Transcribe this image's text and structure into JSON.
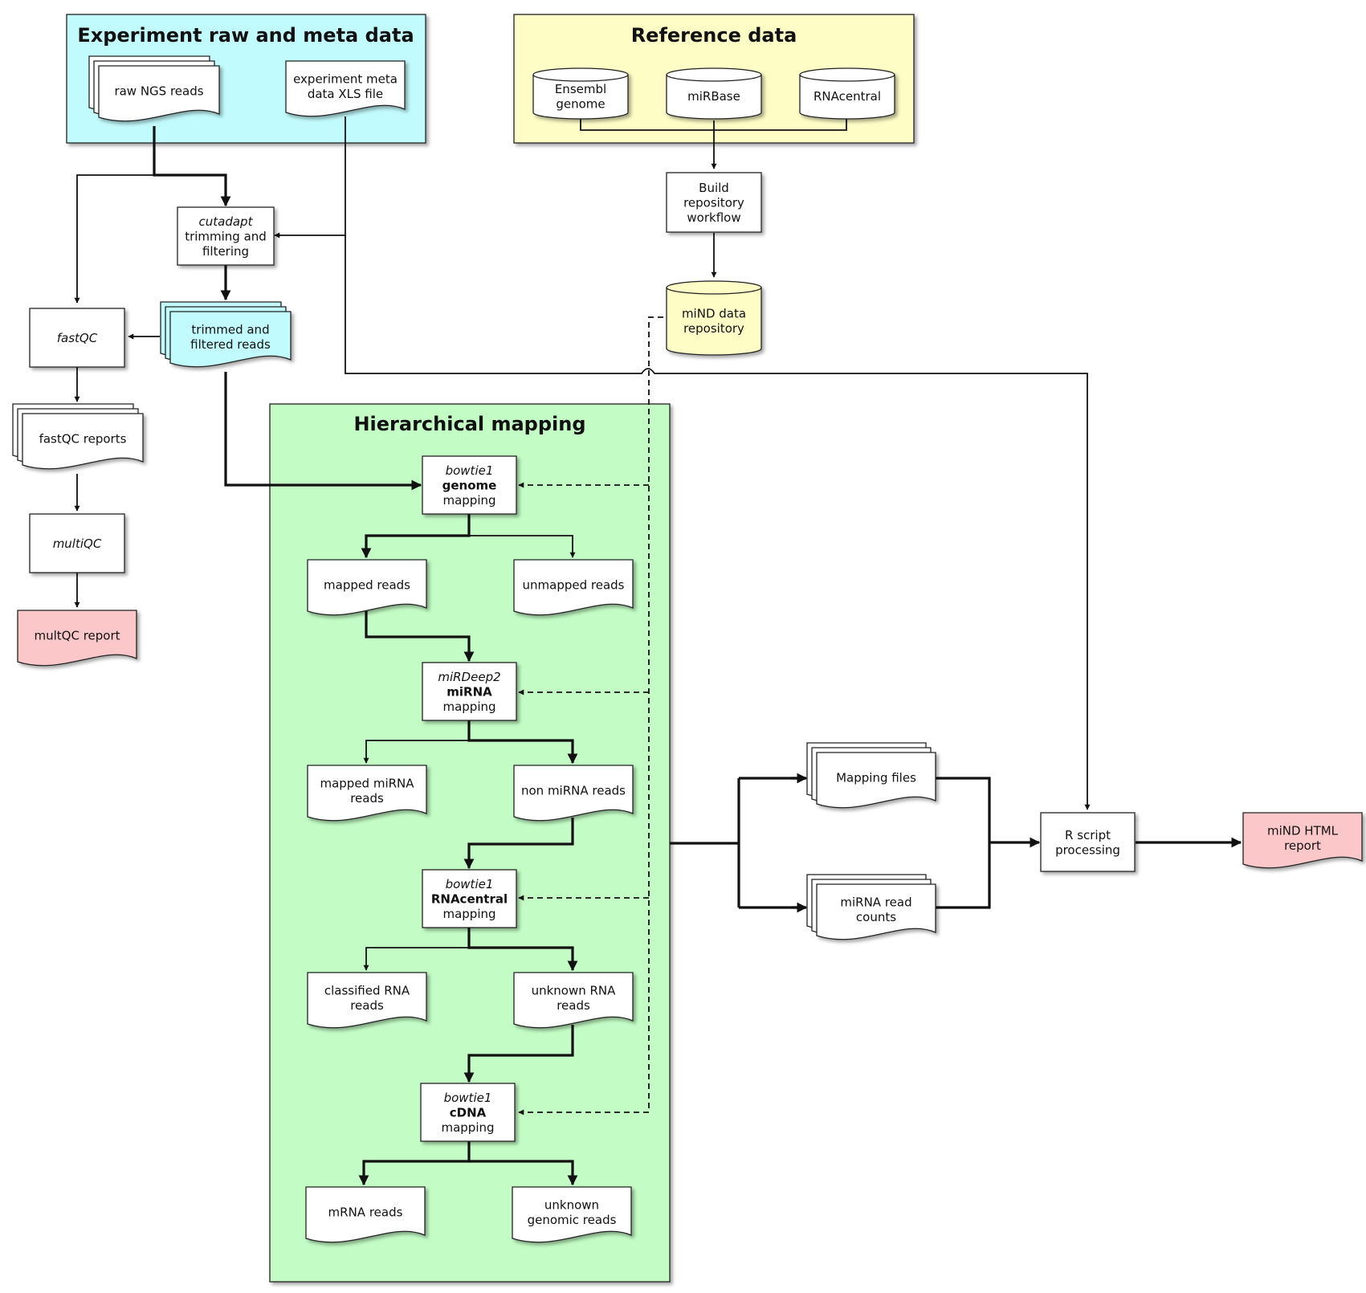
{
  "colors": {
    "experiment_panel": "#c2fbfd",
    "reference_panel": "#fefdc6",
    "mapping_panel": "#c3fdc5",
    "filtered_reads": "#c2fbfd",
    "repository": "#fefdc6",
    "report": "#fcc7c8",
    "box": "#ffffff"
  },
  "panels": {
    "experiment": "Experiment raw and meta data",
    "reference": "Reference data",
    "mapping": "Hierarchical mapping"
  },
  "nodes": {
    "raw_reads": "raw NGS reads",
    "meta_xls": [
      "experiment meta",
      "data XLS file"
    ],
    "ensembl": [
      "Ensembl",
      "genome"
    ],
    "mirbase": "miRBase",
    "rnacentral_db": "RNAcentral",
    "build_repo": [
      "Build",
      "repository",
      "workflow"
    ],
    "mind_repo": [
      "miND data",
      "repository"
    ],
    "cutadapt": {
      "tool": "cutadapt",
      "lines": [
        "trimming and",
        "filtering"
      ]
    },
    "fastqc": "fastQC",
    "trimmed_reads": [
      "trimmed and",
      "filtered reads"
    ],
    "fastqc_reports": "fastQC reports",
    "multiqc": "multiQC",
    "multqc_report": "multQC report",
    "genome_map": {
      "tool": "bowtie1",
      "target": "genome",
      "step": "mapping"
    },
    "mapped_reads": "mapped reads",
    "unmapped_reads": "unmapped reads",
    "mirna_map": {
      "tool": "miRDeep2",
      "target": "miRNA",
      "step": "mapping"
    },
    "mapped_mirna": [
      "mapped miRNA",
      "reads"
    ],
    "non_mirna": "non miRNA reads",
    "rnacentral_map": {
      "tool": "bowtie1",
      "target": "RNAcentral",
      "step": "mapping"
    },
    "classified_rna": [
      "classified RNA",
      "reads"
    ],
    "unknown_rna": [
      "unknown RNA",
      "reads"
    ],
    "cdna_map": {
      "tool": "bowtie1",
      "target": "cDNA",
      "step": "mapping"
    },
    "mrna_reads": "mRNA reads",
    "unknown_genomic": [
      "unknown",
      "genomic reads"
    ],
    "mapping_files": "Mapping files",
    "mirna_counts": [
      "miRNA read",
      "counts"
    ],
    "r_script": [
      "R script",
      "processing"
    ],
    "html_report": [
      "miND HTML",
      "report"
    ]
  }
}
